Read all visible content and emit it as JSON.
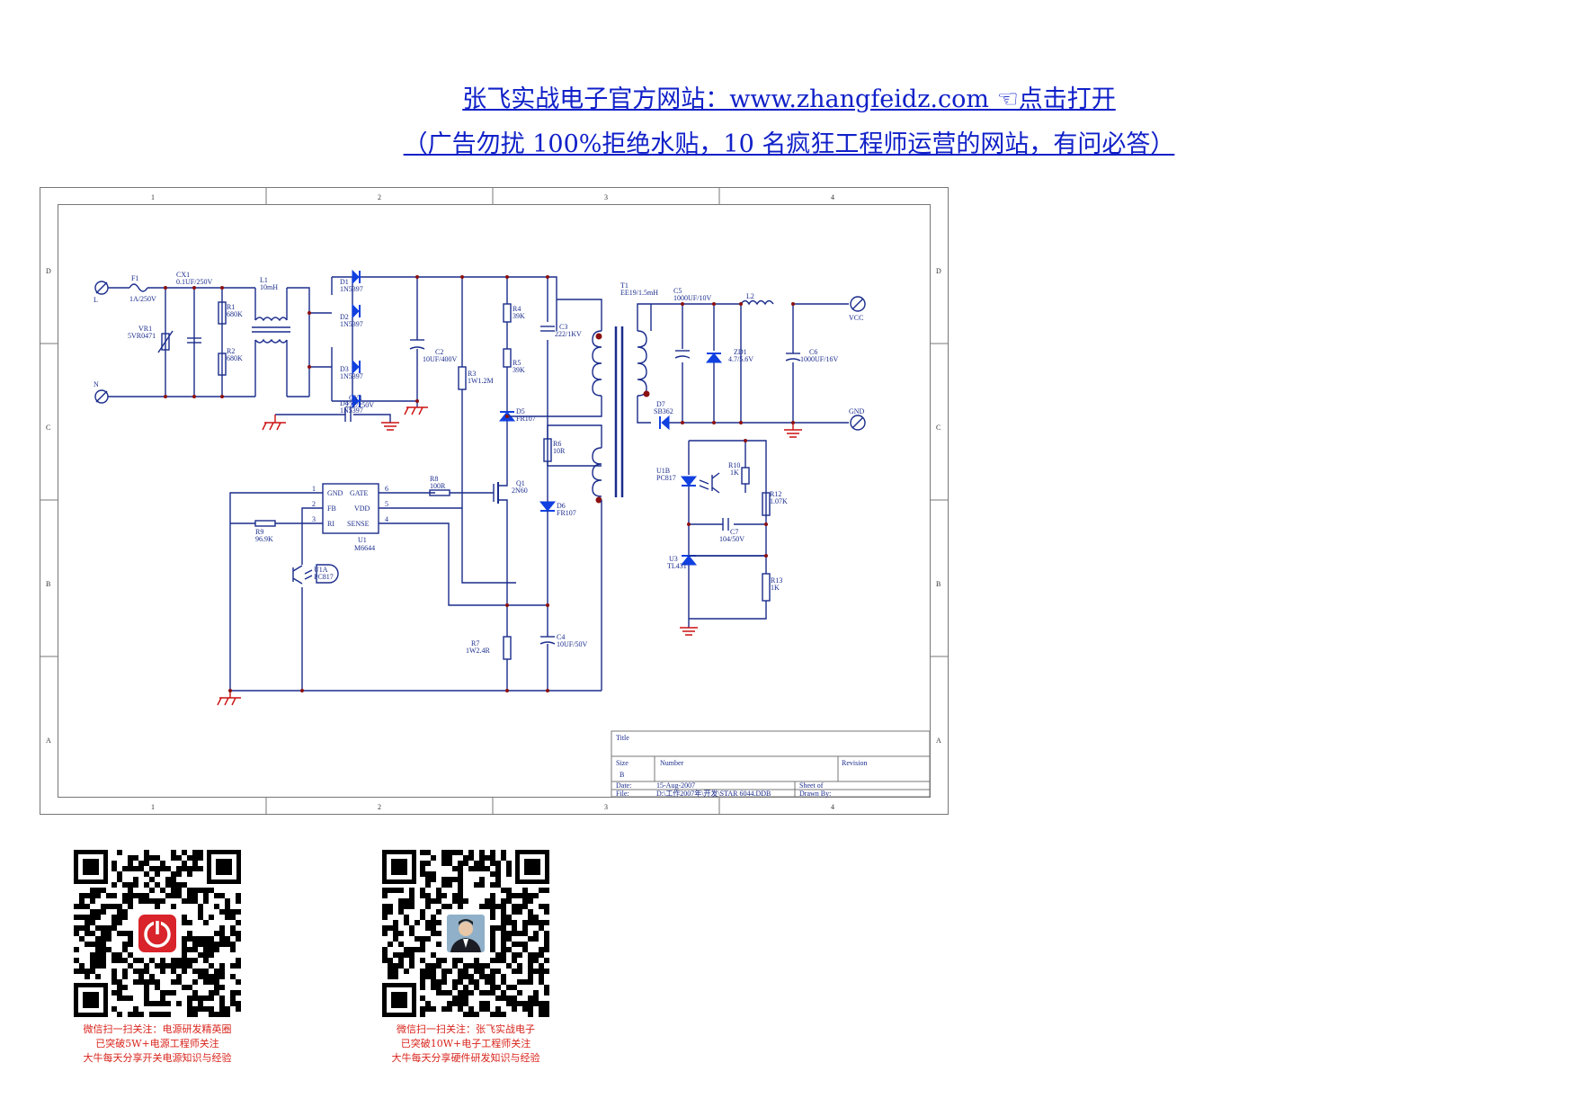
{
  "header": {
    "line1": "张飞实战电子官方网站：www.zhangfeidz.com ☜点击打开",
    "line2": "（广告勿扰 100%拒绝水贴，10 名疯狂工程师运营的网站，有问必答）"
  },
  "colors": {
    "wire": "#1a2c8c",
    "component": "#1a2c8c",
    "ground": "#cc1010",
    "diode": "#1040e0",
    "node": "#8c1010",
    "link": "#1020c8",
    "caption": "#d8241c"
  },
  "sheet": {
    "col_labels": [
      "1",
      "2",
      "3",
      "4"
    ],
    "row_labels": [
      "D",
      "C",
      "B",
      "A"
    ]
  },
  "labels": {
    "F1": "F1",
    "F1v": "1A/250V",
    "CX1": "CX1",
    "CX1v": "0.1UF/250V",
    "L1": "L1",
    "L1v": "10mH",
    "VR1": "VR1",
    "VR1v": "5VR0471",
    "R1": "R1",
    "R1v": "680K",
    "R2": "R2",
    "R2v": "680K",
    "D1": "D1",
    "D1v": "1N5397",
    "D2": "D2",
    "D2v": "1N5397",
    "D3": "D3",
    "D3v": "1N5397",
    "D4": "D4",
    "D4v": "1N5397",
    "C2": "C2",
    "C2v": "10UF/400V",
    "R3": "R3",
    "R3v": "1W1.2M",
    "R4": "R4",
    "R4v": "39K",
    "R5": "R5",
    "R5v": "39K",
    "C3": "C3",
    "C3v": "222/1KV",
    "D5": "D5",
    "D5v": "FR107",
    "T1": "T1",
    "T1v": "EE19/1.5mH",
    "C5": "C5",
    "C5v": "1000UF/10V",
    "L2": "L2",
    "VCC": "VCC",
    "ZD1": "ZD1",
    "ZD1v": "4.7/5.6V",
    "C6": "C6",
    "C6v": "1000UF/16V",
    "D7": "D7",
    "D7v": "SB362",
    "GND": "GND",
    "CY1": "CY1",
    "CY1v": "222/250V",
    "R6": "R6",
    "R6v": "10R",
    "U1b": "U1B",
    "U1bv": "PC817",
    "R10": "R10",
    "R10v": "1K",
    "R12": "R12",
    "R12v": "1.07K",
    "R8": "R8",
    "R8v": "100R",
    "Q1": "Q1",
    "Q1v": "2N60",
    "D6": "D6",
    "D6v": "FR107",
    "C7": "C7",
    "C7v": "104/50V",
    "pin_gnd": "GND",
    "pin_gate": "GATE",
    "pin_fb": "FB",
    "pin_vdd": "VDD",
    "pin_ri": "RI",
    "pin_sense": "SENSE",
    "p1": "1",
    "p2": "2",
    "p3": "3",
    "p4": "4",
    "p5": "5",
    "p6": "6",
    "U1": "U1",
    "U1v": "M6644",
    "R9": "R9",
    "R9v": "96.9K",
    "U1a": "U1A",
    "U1av": "PC817",
    "R7": "R7",
    "R7v": "1W2.4R",
    "C4": "C4",
    "C4v": "10UF/50V",
    "U3": "U3",
    "U3v": "TL431",
    "R13": "R13",
    "R13v": "1K",
    "L": "L",
    "N": "N"
  },
  "title_block": {
    "title": "Title",
    "size": "Size",
    "size_val": "B",
    "number": "Number",
    "revision": "Revision",
    "date_label": "Date:",
    "date_val": "15-Aug-2007",
    "file_label": "File:",
    "file_val": "D:\\工作2007年\\开发\\STAR 6044.DDB",
    "sheet": "Sheet   of",
    "drawn": "Drawn By:"
  },
  "qr": [
    {
      "icon": "power-icon",
      "caption": [
        "微信扫一扫关注：电源研发精英圈",
        "已突破5W+电源工程师关注",
        "大牛每天分享开关电源知识与经验"
      ]
    },
    {
      "icon": "avatar-photo",
      "caption": [
        "微信扫一扫关注：张飞实战电子",
        "已突破10W+电子工程师关注",
        "大牛每天分享硬件研发知识与经验"
      ]
    }
  ]
}
